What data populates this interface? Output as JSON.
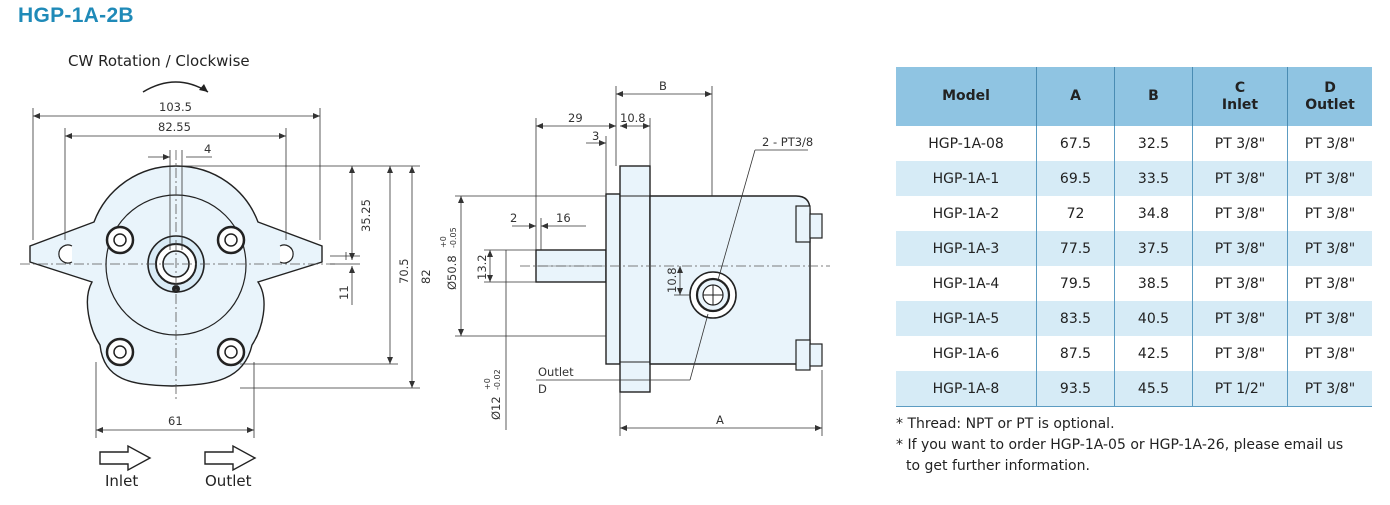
{
  "title": "HGP-1A-2B",
  "front_view": {
    "rotation_label": "CW Rotation / Clockwise",
    "dims": {
      "overall_width": "103.5",
      "bolt_spacing": "82.55",
      "key_width": "4",
      "center_to_top": "35.25",
      "body_height": "70.5",
      "overall_height": "82",
      "shaft_offset": "11",
      "base_width": "61"
    },
    "inlet_label": "Inlet",
    "outlet_label": "Outlet"
  },
  "side_view": {
    "dims": {
      "b": "B",
      "shaft_length": "29",
      "flange_thickness": "10.8",
      "step": "3",
      "thread_callout": "2 - PT3/8",
      "pilot_diameter": "Ø50.8",
      "pilot_tolerance_upper": "+0",
      "pilot_tolerance_lower": "-0.05",
      "key_offset": "2",
      "key_length": "16",
      "shaft_key_height": "13.2",
      "port_offset": "10.8",
      "shaft_diameter": "Ø12",
      "shaft_tolerance_upper": "+0",
      "shaft_tolerance_lower": "-0.02",
      "outlet_label": "Outlet",
      "outlet_letter": "D",
      "a": "A"
    }
  },
  "table": {
    "headers": [
      {
        "line1": "Model",
        "line2": ""
      },
      {
        "line1": "A",
        "line2": ""
      },
      {
        "line1": "B",
        "line2": ""
      },
      {
        "line1": "C",
        "line2": "Inlet"
      },
      {
        "line1": "D",
        "line2": "Outlet"
      }
    ],
    "rows": [
      [
        "HGP-1A-08",
        "67.5",
        "32.5",
        "PT 3/8\"",
        "PT 3/8\""
      ],
      [
        "HGP-1A-1",
        "69.5",
        "33.5",
        "PT 3/8\"",
        "PT 3/8\""
      ],
      [
        "HGP-1A-2",
        "72",
        "34.8",
        "PT 3/8\"",
        "PT 3/8\""
      ],
      [
        "HGP-1A-3",
        "77.5",
        "37.5",
        "PT 3/8\"",
        "PT 3/8\""
      ],
      [
        "HGP-1A-4",
        "79.5",
        "38.5",
        "PT 3/8\"",
        "PT 3/8\""
      ],
      [
        "HGP-1A-5",
        "83.5",
        "40.5",
        "PT 3/8\"",
        "PT 3/8\""
      ],
      [
        "HGP-1A-6",
        "87.5",
        "42.5",
        "PT 3/8\"",
        "PT 3/8\""
      ],
      [
        "HGP-1A-8",
        "93.5",
        "45.5",
        "PT 1/2\"",
        "PT 3/8\""
      ]
    ]
  },
  "notes": [
    "* Thread: NPT or PT is optional.",
    "* If you want to order HGP-1A-05 or HGP-1A-26, please email us to get further information."
  ],
  "colors": {
    "title": "#1f8ab8",
    "header_bg": "#8fc4e2",
    "row_alt_bg": "#d6ebf6",
    "part_fill": "#e9f4fb"
  }
}
